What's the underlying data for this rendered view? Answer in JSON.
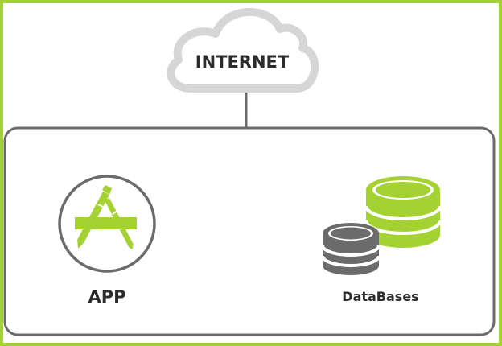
{
  "diagram": {
    "internet_label": "INTERNET",
    "app_label": "APP",
    "databases_label": "DataBases",
    "colors": {
      "frame": "#a4d233",
      "accent": "#a4d233",
      "stroke": "#6b6b6b",
      "cloud_stroke": "#d6d6d6",
      "text": "#2b2b2b"
    }
  }
}
